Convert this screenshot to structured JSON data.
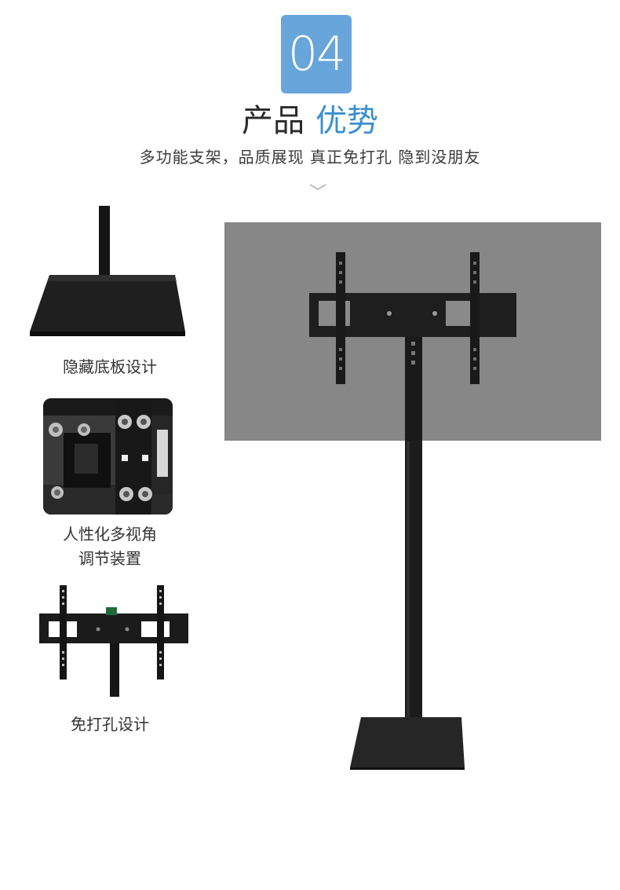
{
  "header": {
    "number": "04",
    "title_part1": "产品",
    "title_part2": "优势",
    "subtitle": "多功能支架，品质展现 真正免打孔 隐到没朋友"
  },
  "features": [
    {
      "label": "隐藏底板设计",
      "image": "hidden-base-plate-photo"
    },
    {
      "label_line1": "人性化多视角",
      "label_line2": "调节装置",
      "image": "adjustable-bracket-closeup-photo"
    },
    {
      "label": "免打孔设计",
      "image": "no-drill-mount-photo"
    }
  ],
  "main_image": "floor-tv-stand-with-screen-photo",
  "icons": {
    "divider": "chevron-down-icon"
  },
  "colors": {
    "accent": "#3a8fd1",
    "badge": "#67a5da",
    "screen": "#878787",
    "metal": "#1c1c1c"
  }
}
